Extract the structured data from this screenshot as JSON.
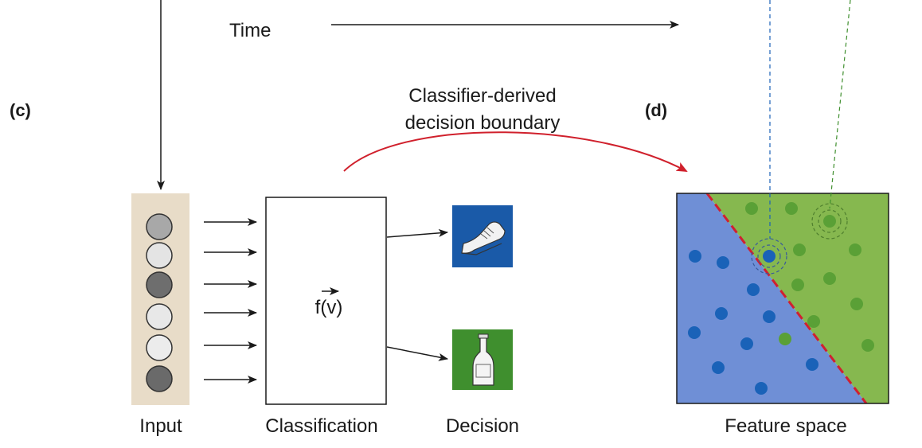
{
  "time_label": "Time",
  "panel_c_label": "(c)",
  "panel_d_label": "(d)",
  "boundary_label": {
    "line1": "Classifier-derived",
    "line2": "decision boundary"
  },
  "classifier_function": "f(v)",
  "captions": {
    "input": "Input",
    "classification": "Classification",
    "decision": "Decision",
    "feature_space": "Feature space"
  },
  "colors": {
    "input_panel": "#e8dcc8",
    "shoe_box": "#1a5aa8",
    "bottle_box": "#3f8f2e",
    "region_blue": "#6f8fd6",
    "region_green": "#86b84f",
    "dot_blue": "#1a62b8",
    "dot_green": "#5aa036",
    "boundary_dash": "#d02030",
    "curve_arrow": "#d0202c"
  },
  "input_circles": [
    {
      "shade": "#a8a8a8"
    },
    {
      "shade": "#e4e4e4"
    },
    {
      "shade": "#6e6e6e"
    },
    {
      "shade": "#e8e8e8"
    },
    {
      "shade": "#ececec"
    },
    {
      "shade": "#6a6a6a"
    }
  ],
  "decision_icons": [
    "shoe-icon",
    "bottle-icon"
  ]
}
